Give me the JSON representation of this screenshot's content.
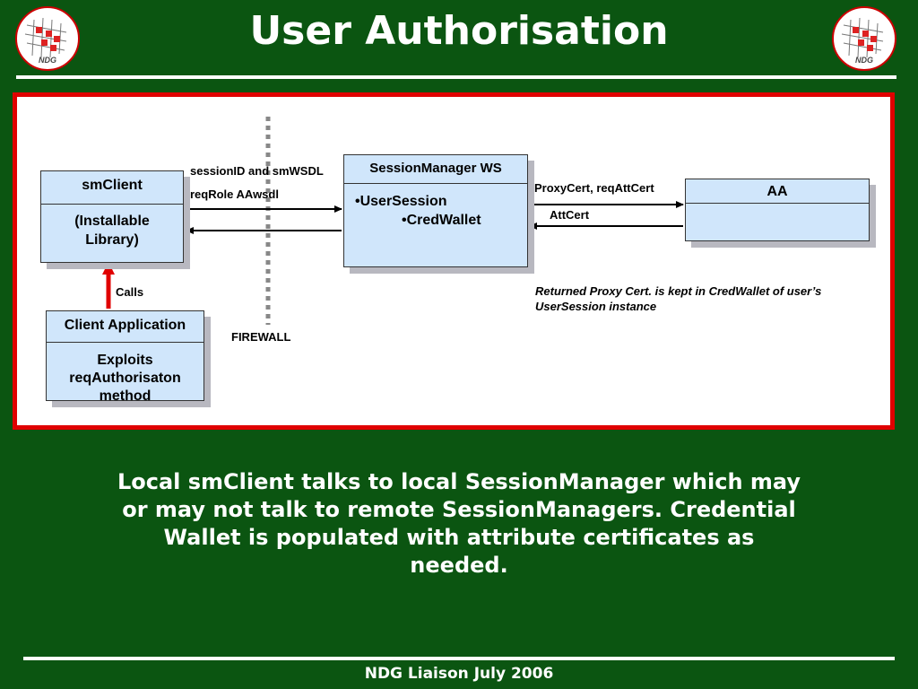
{
  "slide": {
    "title": "User Authorisation",
    "footer": "NDG Liaison July 2006",
    "caption": "Local smClient talks to local SessionManager which may or may not talk to remote SessionManagers. Credential Wallet is populated with attribute certificates as needed.",
    "logo_text": "NDG"
  },
  "diagram": {
    "smclient": {
      "header": "smClient",
      "body": "(Installable Library)"
    },
    "client_app": {
      "header": "Client Application",
      "body": "Exploits reqAuthorisaton method"
    },
    "session_manager": {
      "header": "SessionManager WS",
      "item1": "•UserSession",
      "item2": "•CredWallet"
    },
    "aa": {
      "header": "AA"
    },
    "labels": {
      "session_id": "sessionID and smWSDL",
      "req_role": "reqRole AAwsdl",
      "proxy_cert": "ProxyCert, reqAttCert",
      "att_cert": "AttCert",
      "calls": "Calls",
      "firewall": "FIREWALL"
    },
    "note": "Returned Proxy Cert. is kept in CredWallet of user’s UserSession instance"
  },
  "colors": {
    "background": "#0b5511",
    "panel_border": "#e00000",
    "box_fill": "#d0e6fb",
    "calls_arrow": "#e00000"
  }
}
